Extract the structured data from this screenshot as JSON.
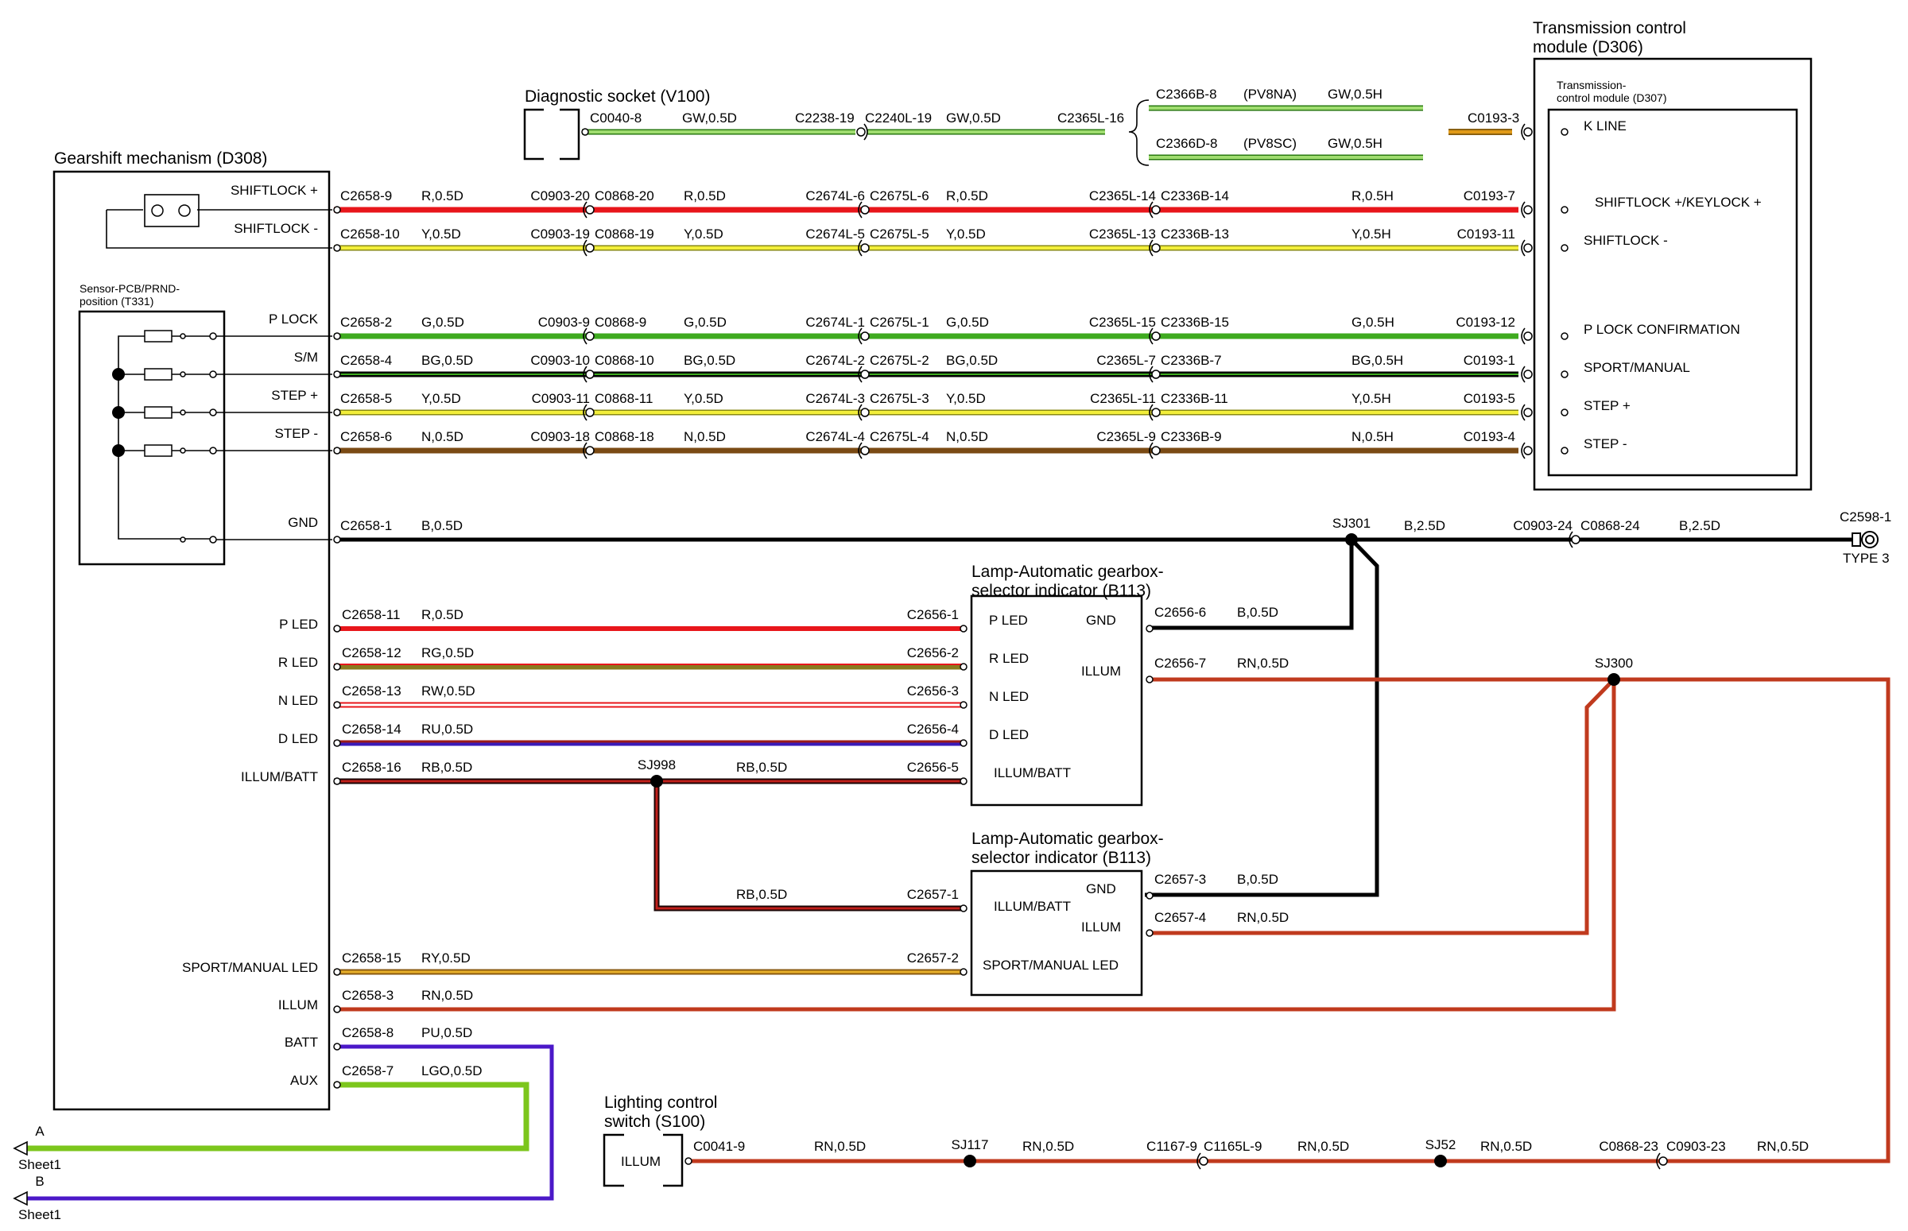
{
  "modules": {
    "tcm_outer": "Transmission control module (D306)",
    "tcm_inner": "Transmission-control module (D307)",
    "diag": "Diagnostic socket (V100)",
    "gearshift": "Gearshift mechanism (D308)",
    "sensor": "Sensor-PCB/PRND-position (T331)",
    "lamp1": "Lamp-Automatic gearbox-selector indicator (B113)",
    "lamp2": "Lamp-Automatic gearbox-selector indicator (B113)",
    "lighting": "Lighting control switch (S100)"
  },
  "tcm_pins": [
    "K LINE",
    "SHIFTLOCK +/KEYLOCK +",
    "SHIFTLOCK -",
    "P LOCK CONFIRMATION",
    "SPORT/MANUAL",
    "STEP +",
    "STEP -"
  ],
  "gearshift_pins": [
    "SHIFTLOCK +",
    "SHIFTLOCK -",
    "P LOCK",
    "S/M",
    "STEP +",
    "STEP -",
    "GND",
    "P LED",
    "R LED",
    "N LED",
    "D LED",
    "ILLUM/BATT",
    "SPORT/MANUAL LED",
    "ILLUM",
    "BATT",
    "AUX"
  ],
  "lamp1_pins": [
    "P LED",
    "R LED",
    "N LED",
    "D LED",
    "ILLUM/BATT",
    "GND",
    "ILLUM"
  ],
  "lamp2_pins": [
    "ILLUM/BATT",
    "SPORT/MANUAL LED",
    "GND",
    "ILLUM"
  ],
  "lighting_pin": "ILLUM",
  "colors": {
    "red": "#e8161b",
    "yellow": "#f2ee3a",
    "green": "#3eaa1f",
    "brown": "#7a4a14",
    "black": "#000000",
    "rust": "#c03a1e",
    "purple": "#4b18c8",
    "lime": "#7cc61c",
    "gw": "#9fdc6f",
    "orange": "#e09a18",
    "olive": "#8a7a1e",
    "rw": "#f08a8a",
    "ru_top": "#9a1a1a",
    "ru_bot": "#3a1ab8",
    "rb": "#7a1010",
    "ry": "#e8b02a"
  },
  "diag_wire": [
    "C0040-8",
    "GW,0.5D",
    "C2238-19",
    "C2240L-19",
    "GW,0.5D",
    "C2365L-16"
  ],
  "pv_lines": [
    {
      "conn": "C2366B-8",
      "variant": "(PV8NA)",
      "spec": "GW,0.5H"
    },
    {
      "conn": "C2366D-8",
      "variant": "(PV8SC)",
      "spec": "GW,0.5H"
    }
  ],
  "kline_conn": "C0193-3",
  "main_wires": [
    {
      "c1": "C2658-9",
      "s1": "R,0.5D",
      "c2": "C0903-20",
      "c3": "C0868-20",
      "s2": "R,0.5D",
      "c4": "C2674L-6",
      "c5": "C2675L-6",
      "s3": "R,0.5D",
      "c6": "C2365L-14",
      "c7": "C2336B-14",
      "s4": "R,0.5H",
      "c8": "C0193-7"
    },
    {
      "c1": "C2658-10",
      "s1": "Y,0.5D",
      "c2": "C0903-19",
      "c3": "C0868-19",
      "s2": "Y,0.5D",
      "c4": "C2674L-5",
      "c5": "C2675L-5",
      "s3": "Y,0.5D",
      "c6": "C2365L-13",
      "c7": "C2336B-13",
      "s4": "Y,0.5H",
      "c8": "C0193-11"
    },
    {
      "c1": "C2658-2",
      "s1": "G,0.5D",
      "c2": "C0903-9",
      "c3": "C0868-9",
      "s2": "G,0.5D",
      "c4": "C2674L-1",
      "c5": "C2675L-1",
      "s3": "G,0.5D",
      "c6": "C2365L-15",
      "c7": "C2336B-15",
      "s4": "G,0.5H",
      "c8": "C0193-12"
    },
    {
      "c1": "C2658-4",
      "s1": "BG,0.5D",
      "c2": "C0903-10",
      "c3": "C0868-10",
      "s2": "BG,0.5D",
      "c4": "C2674L-2",
      "c5": "C2675L-2",
      "s3": "BG,0.5D",
      "c6": "C2365L-7",
      "c7": "C2336B-7",
      "s4": "BG,0.5H",
      "c8": "C0193-1"
    },
    {
      "c1": "C2658-5",
      "s1": "Y,0.5D",
      "c2": "C0903-11",
      "c3": "C0868-11",
      "s2": "Y,0.5D",
      "c4": "C2674L-3",
      "c5": "C2675L-3",
      "s3": "Y,0.5D",
      "c6": "C2365L-11",
      "c7": "C2336B-11",
      "s4": "Y,0.5H",
      "c8": "C0193-5"
    },
    {
      "c1": "C2658-6",
      "s1": "N,0.5D",
      "c2": "C0903-18",
      "c3": "C0868-18",
      "s2": "N,0.5D",
      "c4": "C2674L-4",
      "c5": "C2675L-4",
      "s3": "N,0.5D",
      "c6": "C2365L-9",
      "c7": "C2336B-9",
      "s4": "N,0.5H",
      "c8": "C0193-4"
    }
  ],
  "gnd_wire": {
    "c1": "C2658-1",
    "s1": "B,0.5D",
    "sj": "SJ301",
    "s2": "B,2.5D",
    "c2": "C0903-24",
    "c3": "C0868-24",
    "s3": "B,2.5D",
    "c4": "C2598-1",
    "type": "TYPE 3"
  },
  "led_wires": [
    {
      "c1": "C2658-11",
      "s1": "R,0.5D",
      "c2": "C2656-1"
    },
    {
      "c1": "C2658-12",
      "s1": "RG,0.5D",
      "c2": "C2656-2"
    },
    {
      "c1": "C2658-13",
      "s1": "RW,0.5D",
      "c2": "C2656-3"
    },
    {
      "c1": "C2658-14",
      "s1": "RU,0.5D",
      "c2": "C2656-4"
    }
  ],
  "illum_batt_wire": {
    "c1": "C2658-16",
    "s1": "RB,0.5D",
    "sj": "SJ998",
    "s2": "RB,0.5D",
    "c2": "C2656-5"
  },
  "lamp1_gnd": {
    "conn": "C2656-6",
    "spec": "B,0.5D"
  },
  "lamp1_illum": {
    "conn": "C2656-7",
    "spec": "RN,0.5D",
    "sj": "SJ300"
  },
  "lamp2_illum_batt": {
    "spec": "RB,0.5D",
    "conn": "C2657-1"
  },
  "lamp2_gnd": {
    "conn": "C2657-3",
    "spec": "B,0.5D"
  },
  "lamp2_illum": {
    "conn": "C2657-4",
    "spec": "RN,0.5D"
  },
  "sm_led_wire": {
    "c1": "C2658-15",
    "s1": "RY,0.5D",
    "c2": "C2657-2"
  },
  "illum_wire": {
    "c1": "C2658-3",
    "s1": "RN,0.5D"
  },
  "batt_wire": {
    "c1": "C2658-8",
    "s1": "PU,0.5D"
  },
  "aux_wire": {
    "c1": "C2658-7",
    "s1": "LGO,0.5D"
  },
  "sheet_refs": [
    {
      "letter": "A",
      "sheet": "Sheet1"
    },
    {
      "letter": "B",
      "sheet": "Sheet1"
    }
  ],
  "lighting_wire": {
    "c1": "C0041-9",
    "s1": "RN,0.5D",
    "sj1": "SJ117",
    "s2": "RN,0.5D",
    "c2": "C1167-9",
    "c3": "C1165L-9",
    "s3": "RN,0.5D",
    "sj2": "SJ52",
    "s4": "RN,0.5D",
    "c4": "C0868-23",
    "c5": "C0903-23",
    "s5": "RN,0.5D"
  }
}
